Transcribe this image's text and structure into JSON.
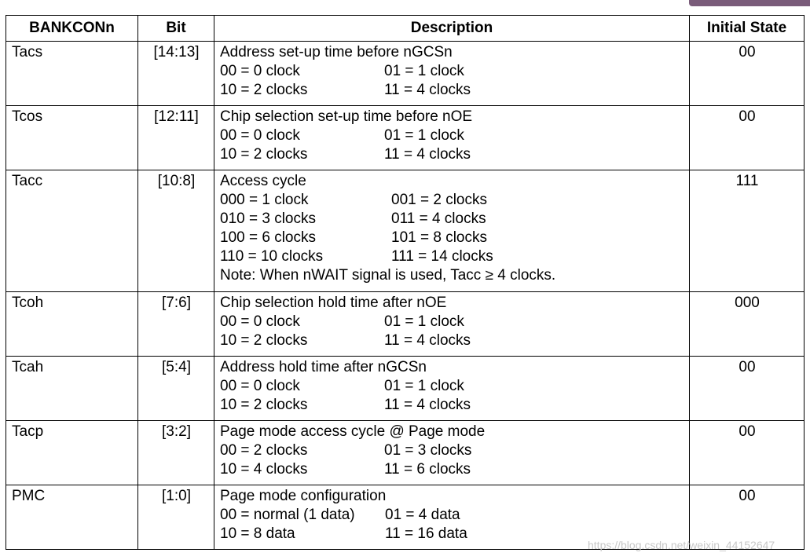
{
  "headers": [
    "BANKCONn",
    "Bit",
    "Description",
    "Initial State"
  ],
  "rows": [
    {
      "name": "Tacs",
      "bit": "[14:13]",
      "init": "00",
      "title": "Address set-up time before nGCSn",
      "lines": [
        [
          "00 = 0 clock",
          "01 = 1 clock"
        ],
        [
          "10 = 2 clocks",
          "11 = 4 clocks"
        ]
      ]
    },
    {
      "name": "Tcos",
      "bit": "[12:11]",
      "init": "00",
      "title": "Chip selection set-up time before nOE",
      "lines": [
        [
          "00 = 0 clock",
          "01 = 1 clock"
        ],
        [
          "10 = 2 clocks",
          "11 = 4 clocks"
        ]
      ]
    },
    {
      "name": "Tacc",
      "bit": "[10:8]",
      "init": "111",
      "title": "Access cycle",
      "lines": [
        [
          "000 = 1 clock",
          "001 = 2 clocks"
        ],
        [
          "010 = 3 clocks",
          "011 = 4 clocks"
        ],
        [
          "100 = 6 clocks",
          "101 = 8 clocks"
        ],
        [
          "110 = 10 clocks",
          "111 = 14 clocks"
        ]
      ],
      "note": "Note: When nWAIT signal is used, Tacc ≥ 4 clocks."
    },
    {
      "name": "Tcoh",
      "bit": "[7:6]",
      "init": "000",
      "title": "Chip selection hold time after nOE",
      "lines": [
        [
          "00 = 0 clock",
          "01 = 1 clock"
        ],
        [
          "10 = 2 clocks",
          "11 = 4 clocks"
        ]
      ]
    },
    {
      "name": "Tcah",
      "bit": "[5:4]",
      "init": "00",
      "title": "Address hold time after nGCSn",
      "lines": [
        [
          "00 = 0 clock",
          "01 = 1 clock"
        ],
        [
          "10 = 2 clocks",
          "11 = 4 clocks"
        ]
      ]
    },
    {
      "name": "Tacp",
      "bit": "[3:2]",
      "init": "00",
      "title": "Page mode access cycle @ Page mode",
      "lines": [
        [
          "00 = 2 clocks",
          "01 = 3 clocks"
        ],
        [
          "10 = 4 clocks",
          "11 = 6 clocks"
        ]
      ]
    },
    {
      "name": "PMC",
      "bit": "[1:0]",
      "init": "00",
      "title": "Page mode configuration",
      "lines": [
        [
          "00 = normal (1 data)",
          "01 = 4 data"
        ],
        [
          "10 = 8 data",
          "11 = 16 data"
        ]
      ]
    }
  ],
  "watermark": "https://blog.csdn.net/weixin_44152647",
  "colors": {
    "accent": "#7a5c7a",
    "border": "#000000",
    "watermark": "#c8c8c8"
  }
}
